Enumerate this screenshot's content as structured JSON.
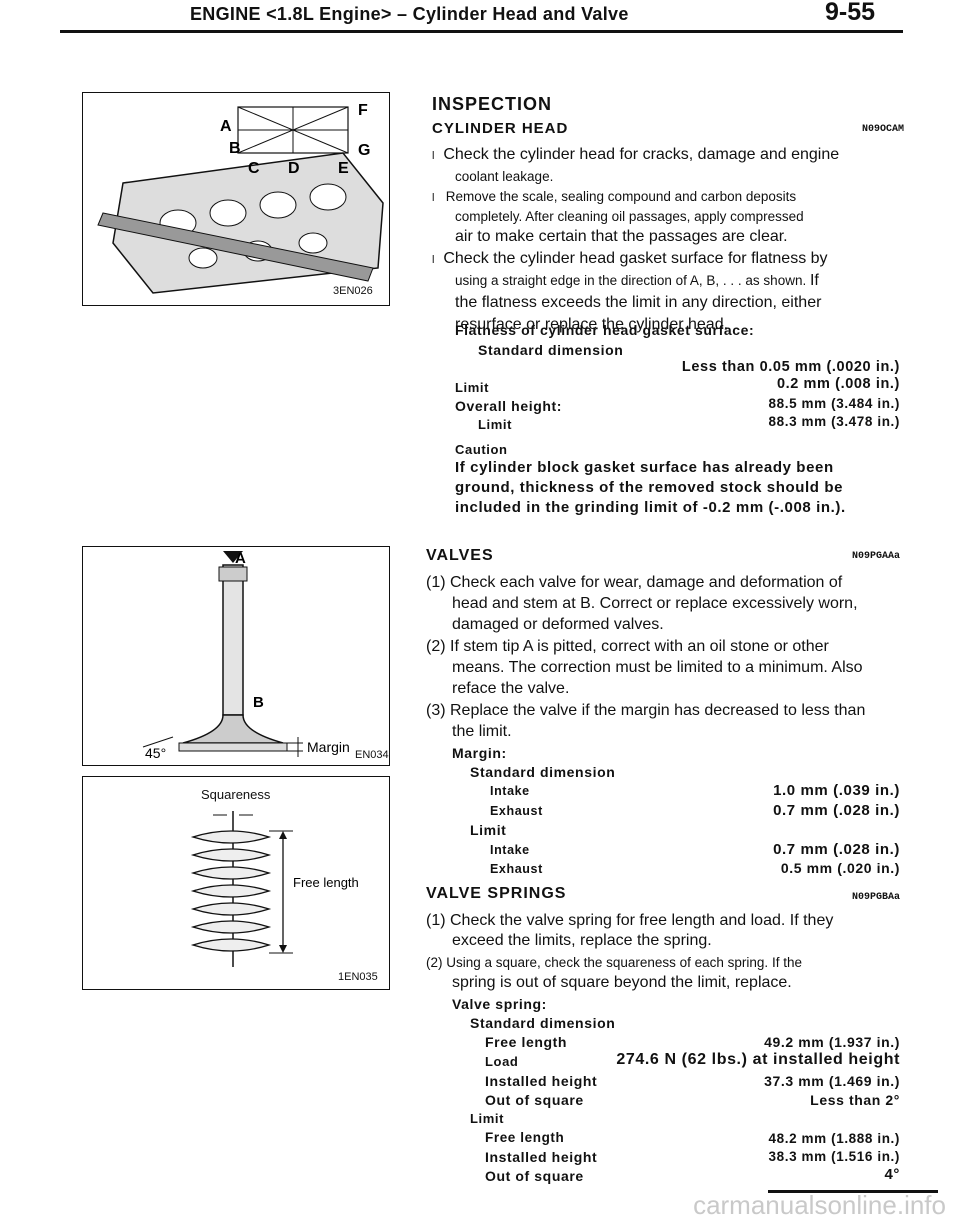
{
  "header": {
    "title": "ENGINE <1.8L Engine> – Cylinder Head and Valve",
    "page": "9-55"
  },
  "figures": {
    "fig1": {
      "code": "3EN026",
      "labels": [
        "A",
        "B",
        "C",
        "D",
        "E",
        "F",
        "G"
      ]
    },
    "fig2": {
      "code": "EN034",
      "angle": "45°",
      "margin": "Margin",
      "a": "A",
      "b": "B"
    },
    "fig3": {
      "code": "1EN035",
      "squareness": "Squareness",
      "free_length": "Free length"
    }
  },
  "inspection": {
    "heading": "INSPECTION",
    "cyl_head": {
      "heading": "CYLINDER HEAD",
      "code": "N09OCAM",
      "b1": "Check the cylinder head for cracks, damage and engine",
      "b1b": "coolant leakage.",
      "b2": "Remove the scale, sealing compound and carbon deposits",
      "b2b": "completely. After cleaning oil passages, apply compressed",
      "b2c": "air to make certain that the passages are clear.",
      "b3": "Check the cylinder head gasket surface for flatness by",
      "b3b": "using a straight edge in the direction of A, B, . . . as shown.",
      "b3b2": "If",
      "b3c": "the flatness exceeds the limit in any direction, either",
      "b3d": "resurface or replace the cylinder head.",
      "spec_title": "Flatness of cylinder head gasket surface:",
      "std": "Standard dimension",
      "std_val": "Less than 0.05 mm (.0020 in.)",
      "limit": "Limit",
      "limit_val": "0.2 mm (.008 in.)",
      "overall": "Overall height:",
      "overall_val": "88.5 mm (3.484 in.)",
      "limit2": "Limit",
      "limit2_val": "88.3 mm (3.478 in.)",
      "caution": "Caution",
      "c1": "If cylinder block gasket surface has already been",
      "c2": "ground, thickness of the removed stock should be",
      "c3": "included in the grinding limit of -0.2 mm (-.008 in.)."
    }
  },
  "valves": {
    "heading": "VALVES",
    "code": "N09PGAAa",
    "i1a": "(1) Check each valve for wear, damage and deformation of",
    "i1b": "head and stem at B. Correct or replace excessively worn,",
    "i1c": "damaged or deformed valves.",
    "i2a": "(2) If stem tip A is pitted, correct with an oil stone or other",
    "i2b": "means. The correction must be limited to a minimum. Also",
    "i2c": "reface the valve.",
    "i3a": "(3) Replace the valve if the margin has decreased to less than",
    "i3b": "the limit.",
    "margin": "Margin:",
    "std": "Standard dimension",
    "intake": "Intake",
    "intake_val": "1.0 mm (.039 in.)",
    "exhaust": "Exhaust",
    "exhaust_val": "0.7 mm (.028 in.)",
    "limit": "Limit",
    "l_intake": "Intake",
    "l_intake_val": "0.7 mm (.028 in.)",
    "l_exhaust": "Exhaust",
    "l_exhaust_val": "0.5 mm (.020 in.)"
  },
  "springs": {
    "heading": "VALVE SPRINGS",
    "code": "N09PGBAa",
    "i1a": "(1) Check the valve spring for free length and load. If they",
    "i1b": "exceed the limits, replace the spring.",
    "i2a": "(2) Using a square, check the squareness of each spring. If the",
    "i2b": "spring is out of square beyond the limit, replace.",
    "title": "Valve spring:",
    "std": "Standard dimension",
    "free": "Free length",
    "free_val": "49.2 mm (1.937 in.)",
    "load": "Load",
    "load_val": "274.6 N (62 lbs.) at installed height",
    "inst": "Installed height",
    "inst_val": "37.3 mm (1.469 in.)",
    "oos": "Out of square",
    "oos_val": "Less than 2°",
    "limit": "Limit",
    "l_free": "Free length",
    "l_free_val": "48.2 mm (1.888 in.)",
    "l_inst": "Installed height",
    "l_inst_val": "38.3 mm (1.516 in.)",
    "l_oos": "Out of square",
    "l_oos_val": "4°"
  },
  "watermark": "carmanualsonline.info"
}
